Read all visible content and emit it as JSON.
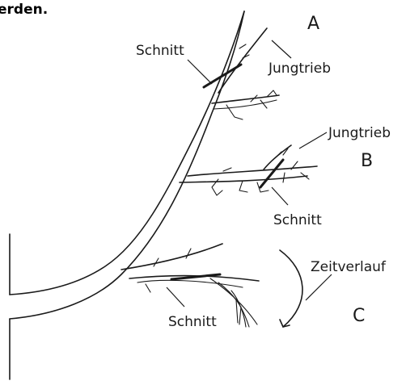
{
  "header": {
    "title_fragment": "erden."
  },
  "labels": {
    "a_schnitt": "Schnitt",
    "a_jungtrieb": "Jungtrieb",
    "b_jungtrieb": "Jungtrieb",
    "b_schnitt": "Schnitt",
    "c_schnitt": "Schnitt",
    "zeitverlauf": "Zeitverlauf"
  },
  "letters": {
    "a": "A",
    "b": "B",
    "c": "C"
  },
  "colors": {
    "ink": "#1a1a1a",
    "background": "#ffffff"
  }
}
